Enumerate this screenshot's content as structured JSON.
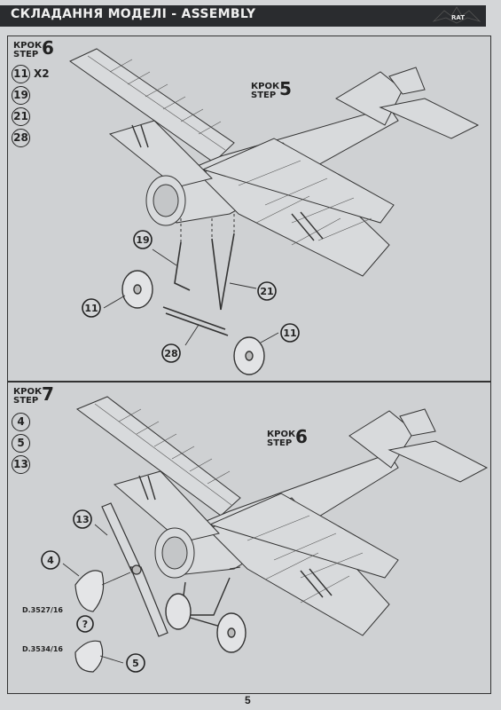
{
  "header": {
    "title": "СКЛАДАННЯ МОДЕЛІ - ASSEMBLY",
    "logo_text": "RAT"
  },
  "step6": {
    "krok": "КРОК",
    "step": "STEP",
    "number": "6",
    "parts": [
      {
        "num": "11",
        "multiplier": "X2"
      },
      {
        "num": "19"
      },
      {
        "num": "21"
      },
      {
        "num": "28"
      }
    ],
    "ref": {
      "krok": "КРОК",
      "step": "STEP",
      "number": "5"
    },
    "callouts": [
      "19",
      "21",
      "11",
      "28",
      "11"
    ]
  },
  "step7": {
    "krok": "КРОК",
    "step": "STEP",
    "number": "7",
    "parts": [
      {
        "num": "4"
      },
      {
        "num": "5"
      },
      {
        "num": "13"
      }
    ],
    "ref": {
      "krok": "КРОК",
      "step": "STEP",
      "number": "6"
    },
    "callouts": [
      "13",
      "4",
      "5"
    ],
    "codes": [
      "D.3527/16",
      "D.3534/16"
    ],
    "question": "?"
  },
  "page_number": "5"
}
